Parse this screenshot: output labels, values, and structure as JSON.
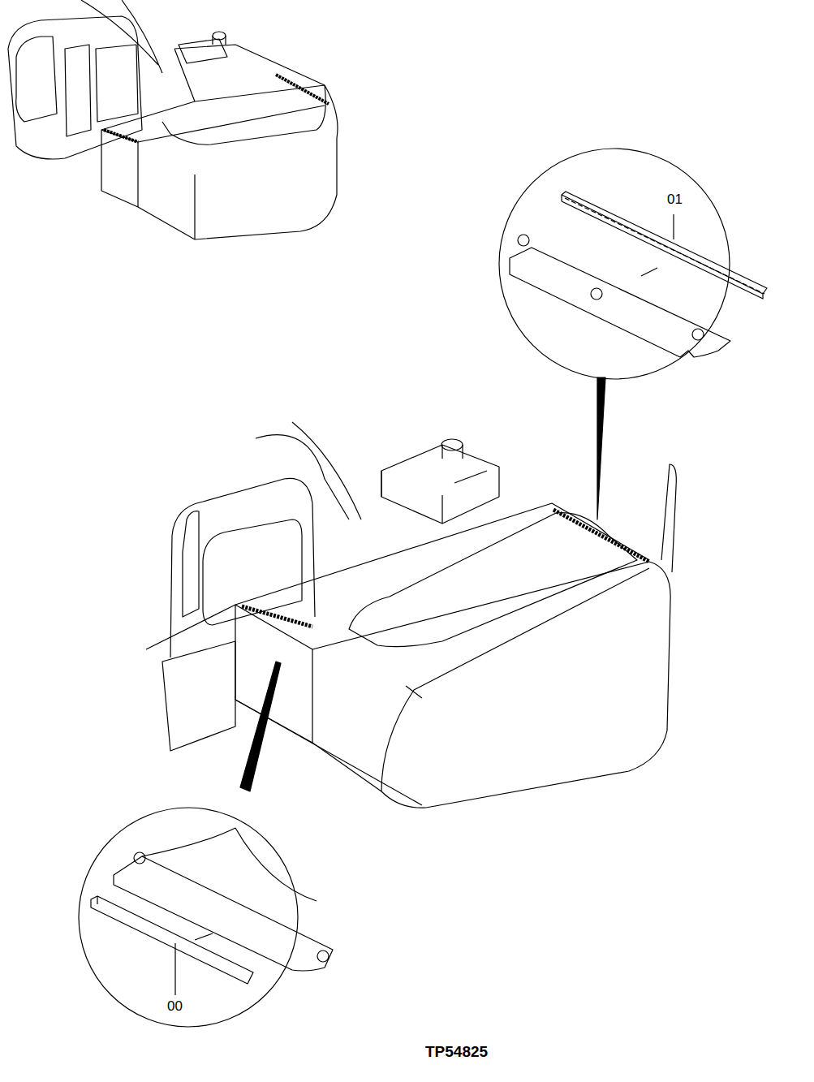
{
  "diagram": {
    "labels": [
      "01",
      "00",
      "TP54825"
    ]
  }
}
